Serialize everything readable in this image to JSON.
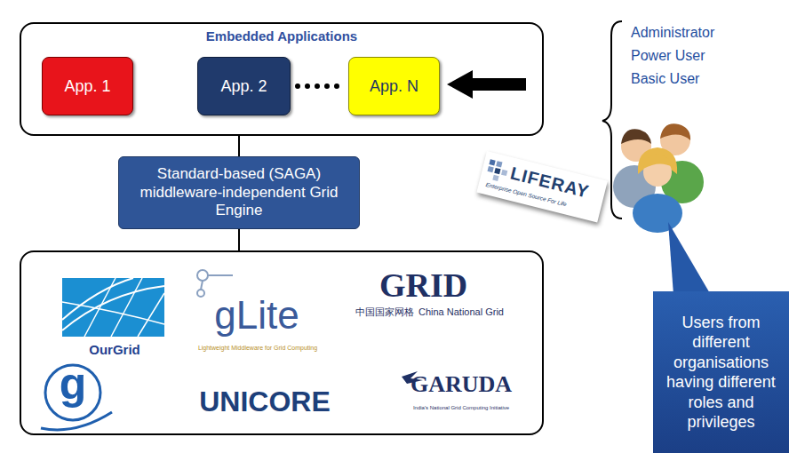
{
  "diagram": {
    "nodes": [
      {
        "text": [
          "Embedded Applications"
        ]
      },
      {
        "text": [
          "App. 1"
        ],
        "in": 0
      },
      {
        "text": [
          "App. 2"
        ],
        "in": 0
      },
      {
        "text": [
          "App. N"
        ],
        "in": 0
      },
      {
        "text": [
          "Standard-based (SAGA) middleware-independent Grid Engine"
        ]
      },
      {
        "text": [
          "OurGrid",
          "gLite",
          "Lightweight Middleware for Grid Computing",
          "GRID",
          "中国国家网格",
          "China National Grid",
          "g",
          "UNICORE",
          "GARUDA",
          "India's National Grid Computing Initiative"
        ]
      },
      {
        "text": [
          "Users from different organisations having different roles and privileges"
        ]
      }
    ],
    "edges": [
      {
        "from": 0,
        "to": 4,
        "arrow": "none"
      },
      {
        "from": 4,
        "to": 5,
        "arrow": "none"
      },
      {
        "from": 2,
        "to": 3,
        "arrow": "none"
      }
    ],
    "labels": [
      "LIFERAY",
      "Enterprise Open Source For Life",
      "Administrator",
      "Power User",
      "Basic User"
    ]
  }
}
